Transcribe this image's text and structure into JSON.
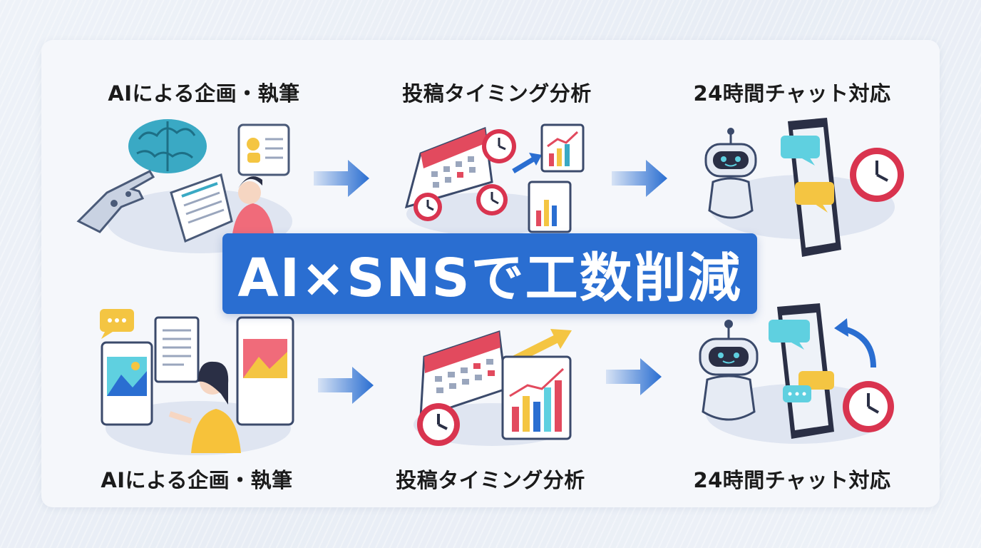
{
  "banner": {
    "title": "AI×SNSで工数削減"
  },
  "top_row": {
    "steps": [
      {
        "label": "AIによる企画・執筆"
      },
      {
        "label": "投稿タイミング分析"
      },
      {
        "label": "24時間チャット対応"
      }
    ]
  },
  "bottom_row": {
    "steps": [
      {
        "label": "AIによる企画・執筆"
      },
      {
        "label": "投稿タイミング分析"
      },
      {
        "label": "24時間チャット対応"
      }
    ]
  },
  "colors": {
    "banner_bg": "#2a6ed1",
    "arrow": "#2a6ed1",
    "clock_red": "#d9344f",
    "brain_teal": "#3aa9c4",
    "bubble_teal": "#5fd0e0",
    "bubble_yellow": "#f4c542",
    "person_pink": "#f06b7a",
    "person_yellow": "#f7c23a"
  },
  "icons": [
    "brain-icon",
    "robot-hand-icon",
    "document-icon",
    "profile-card-icon",
    "person-icon",
    "calendar-icon",
    "clock-icon",
    "bar-chart-icon",
    "trend-arrow-icon",
    "chatbot-icon",
    "smartphone-icon",
    "chat-bubble-icon",
    "image-card-icon"
  ]
}
